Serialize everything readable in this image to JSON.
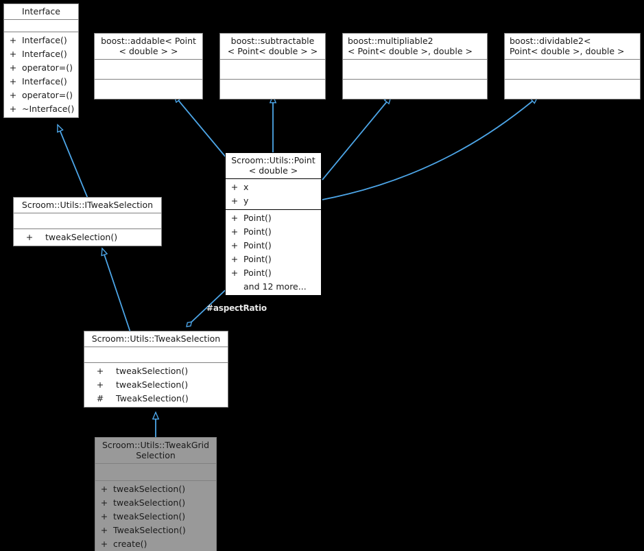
{
  "diagram": {
    "title": "Scroom::Utils::TweakGridSelection class inheritance diagram",
    "background": "#000000",
    "edge_color": "#4da6e8",
    "node_border": "#808080",
    "node_fill": "#ffffff",
    "highlight_border": "#000000",
    "current_fill": "#999999"
  },
  "nodes": [
    {
      "id": "interface",
      "title": "Interface",
      "fields": [],
      "methods": [
        {
          "vis": "+",
          "name": "Interface()"
        },
        {
          "vis": "+",
          "name": "Interface()"
        },
        {
          "vis": "+",
          "name": "operator=()"
        },
        {
          "vis": "+",
          "name": "Interface()"
        },
        {
          "vis": "+",
          "name": "operator=()"
        },
        {
          "vis": "+",
          "name": "~Interface()"
        }
      ]
    },
    {
      "id": "addable",
      "title": "boost::addable< Point\n< double  > >",
      "fields": [],
      "methods": []
    },
    {
      "id": "subtractable",
      "title": "boost::subtractable\n< Point< double  > >",
      "fields": [],
      "methods": []
    },
    {
      "id": "multipliable2",
      "title": "boost::multipliable2\n< Point< double  >, double  >",
      "fields": [],
      "methods": []
    },
    {
      "id": "dividable2",
      "title": "boost::dividable2<\n Point< double  >, double  >",
      "fields": [],
      "methods": []
    },
    {
      "id": "point",
      "title": "Scroom::Utils::Point\n< double >",
      "fields": [
        {
          "vis": "+",
          "name": "x"
        },
        {
          "vis": "+",
          "name": "y"
        }
      ],
      "methods": [
        {
          "vis": "+",
          "name": "Point()"
        },
        {
          "vis": "+",
          "name": "Point()"
        },
        {
          "vis": "+",
          "name": "Point()"
        },
        {
          "vis": "+",
          "name": "Point()"
        },
        {
          "vis": "+",
          "name": "Point()"
        },
        {
          "vis": "",
          "name": "and 12 more..."
        }
      ]
    },
    {
      "id": "itweakselection",
      "title": "Scroom::Utils::ITweakSelection",
      "fields": [],
      "methods": [
        {
          "vis": "+",
          "name": "tweakSelection()"
        }
      ]
    },
    {
      "id": "tweakselection",
      "title": "Scroom::Utils::TweakSelection",
      "fields": [],
      "methods": [
        {
          "vis": "+",
          "name": "tweakSelection()"
        },
        {
          "vis": "+",
          "name": "tweakSelection()"
        },
        {
          "vis": "#",
          "name": "TweakSelection()"
        }
      ]
    },
    {
      "id": "tweakgridselection",
      "title": "Scroom::Utils::TweakGrid\nSelection",
      "fields": [],
      "methods": [
        {
          "vis": "+",
          "name": "tweakSelection()"
        },
        {
          "vis": "+",
          "name": "tweakSelection()"
        },
        {
          "vis": "+",
          "name": "tweakSelection()"
        },
        {
          "vis": "+",
          "name": "TweakSelection()"
        },
        {
          "vis": "+",
          "name": "create()"
        }
      ]
    }
  ],
  "edge_labels": [
    {
      "id": "aspect-ratio",
      "text": "#aspectRatio"
    }
  ]
}
